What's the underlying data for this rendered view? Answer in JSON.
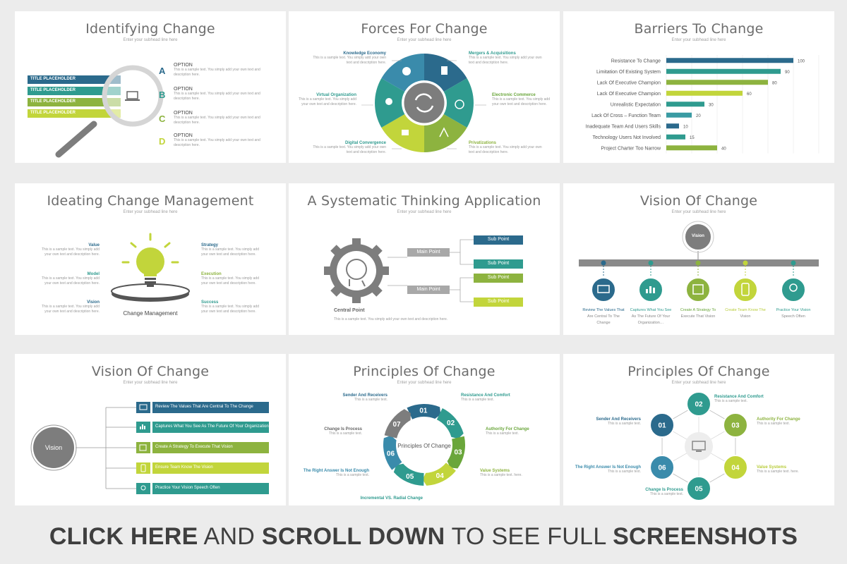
{
  "colors": {
    "navy": "#2b6a8c",
    "teal": "#2f9b8f",
    "green": "#6aa63b",
    "lime": "#c2d53b",
    "olive": "#8db33f",
    "grey": "#7d7d7d"
  },
  "subhead": "Enter your subhead line here",
  "sample_text": "This is a sample text. You simply add your own text and description here.",
  "short_sample": "This is a sample text.",
  "slide1": {
    "title": "Identifying Change",
    "placeholders": [
      "TITLE PLACEHOLDER",
      "TITLE PLACEHOLDER",
      "TITLE PLACEHOLDER",
      "TITLE PLACEHOLDER"
    ],
    "letters": [
      "A",
      "B",
      "C",
      "D"
    ],
    "option_label": "OPTION"
  },
  "slide2": {
    "title": "Forces For Change",
    "labels": [
      "Knowledge Economy",
      "Mergers & Acquisitions",
      "Virtual Organization",
      "Electronic Commerce",
      "Digital Convergence",
      "Privatizations"
    ]
  },
  "slide3": {
    "title": "Barriers To Change",
    "chart_data": {
      "type": "bar",
      "orientation": "horizontal",
      "categories": [
        "Resistance To Change",
        "Limitation Of Existing System",
        "Lack Of Executive Champion",
        "Lack Of Executive Champion",
        "Unrealistic Expectation",
        "Lack Of Cross – Function Team",
        "Inadequate Team And Users Skills",
        "Technology Users Not Involved",
        "Project Charter Too Narrow"
      ],
      "values": [
        100,
        90,
        80,
        60,
        30,
        20,
        10,
        15,
        40
      ],
      "xlim": [
        0,
        120
      ],
      "grid": true
    }
  },
  "slide4": {
    "title": "Ideating Change Management",
    "center_label": "Change Management",
    "left": [
      "Value",
      "Model",
      "Vision"
    ],
    "right": [
      "Strategy",
      "Execution",
      "Success"
    ]
  },
  "slide5": {
    "title": "A Systematic Thinking Application",
    "main_point": "Main Point",
    "sub_point": "Sub Point",
    "central_point": "Central Point",
    "central_text": "This is a sample text. You simply add your own text and description here."
  },
  "slide6": {
    "title": "Vision Of Change",
    "center": "Vision",
    "items": [
      [
        "Review The Values That",
        "Are Central To  The",
        "Change"
      ],
      [
        "Captures What You See",
        "As The Future Of Your",
        "Organization…"
      ],
      [
        "Create A Strategy To",
        "Execute That Vision"
      ],
      [
        "Create Team Know The",
        "Vision"
      ],
      [
        "Practice Your Vision",
        "Speech Often"
      ]
    ]
  },
  "slide7": {
    "title": "Vision Of Change",
    "center": "Vision",
    "items": [
      "Review The Values That Are Central To  The Change",
      "Captures What You See As The Future Of Your Organization",
      "Create A Strategy To Execute That Vision",
      "Ensure Team Know The Vision",
      "Practice Your Vision Speech Often"
    ]
  },
  "slide8": {
    "title": "Principles Of Change",
    "center": "Principles Of Change",
    "numbers": [
      "01",
      "02",
      "03",
      "04",
      "05",
      "06",
      "07"
    ],
    "labels": [
      "Sender And Receivers",
      "Resistance And Comfort",
      "Authority For Change",
      "Value Systems",
      "Incremental VS. Radial Change",
      "The Right Answer Is Not Enough",
      "Change Is Process"
    ]
  },
  "slide9": {
    "title": "Principles Of Change",
    "numbers": [
      "01",
      "02",
      "03",
      "04",
      "05",
      "06"
    ],
    "labels": [
      "Sender And Receivers",
      "Resistance And Comfort",
      "Authority For Change",
      "Value Systems",
      "Change Is Process",
      "The Right Answer Is Not Enough"
    ]
  },
  "footer": {
    "p1": "CLICK HERE",
    "p2": " AND ",
    "p3": "SCROLL DOWN",
    "p4": " TO SEE FULL ",
    "p5": "SCREENSHOTS"
  }
}
